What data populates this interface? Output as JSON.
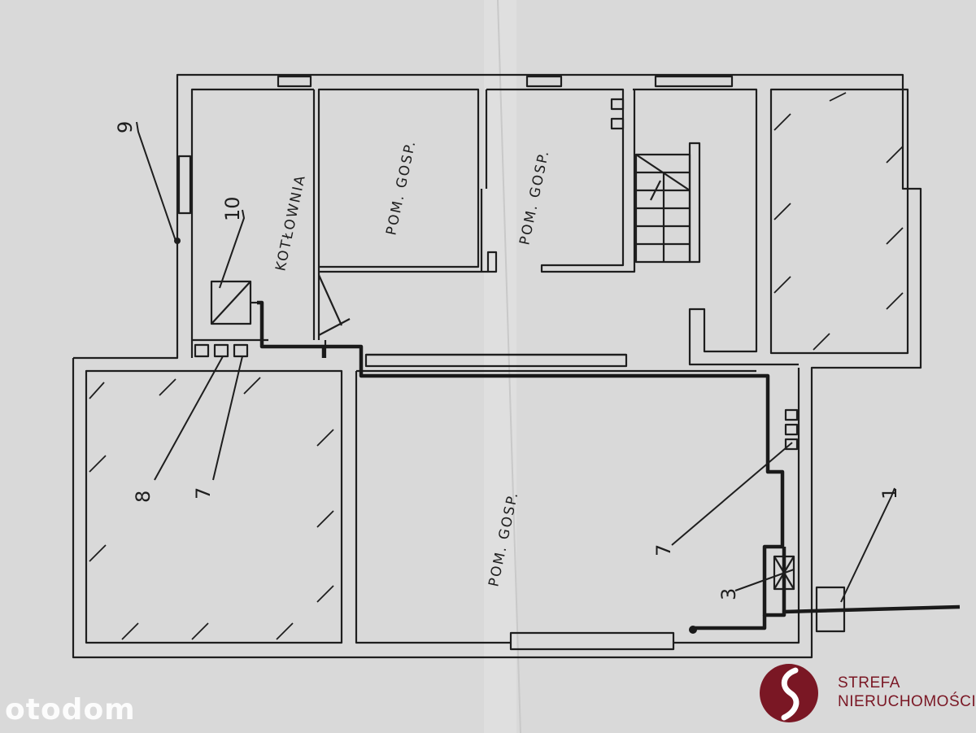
{
  "diagram": {
    "rooms": {
      "boiler_room": "KOTŁOWNIA",
      "utility_room_1": "POM. GOSP.",
      "utility_room_2": "POM. GOSP.",
      "utility_room_large": "POM. GOSP."
    },
    "callouts": {
      "n1": "1",
      "n3": "3",
      "n7a": "7",
      "n7b": "7",
      "n8": "8",
      "n9": "9",
      "n10": "10"
    }
  },
  "watermark": {
    "text": "otodom"
  },
  "logo": {
    "line1": "STREFA",
    "line2": "NIERUCHOMOŚCI",
    "brand_color": "#7a1724"
  },
  "colors": {
    "paper": "#d9d9d9",
    "ink": "#1e1e1e"
  }
}
